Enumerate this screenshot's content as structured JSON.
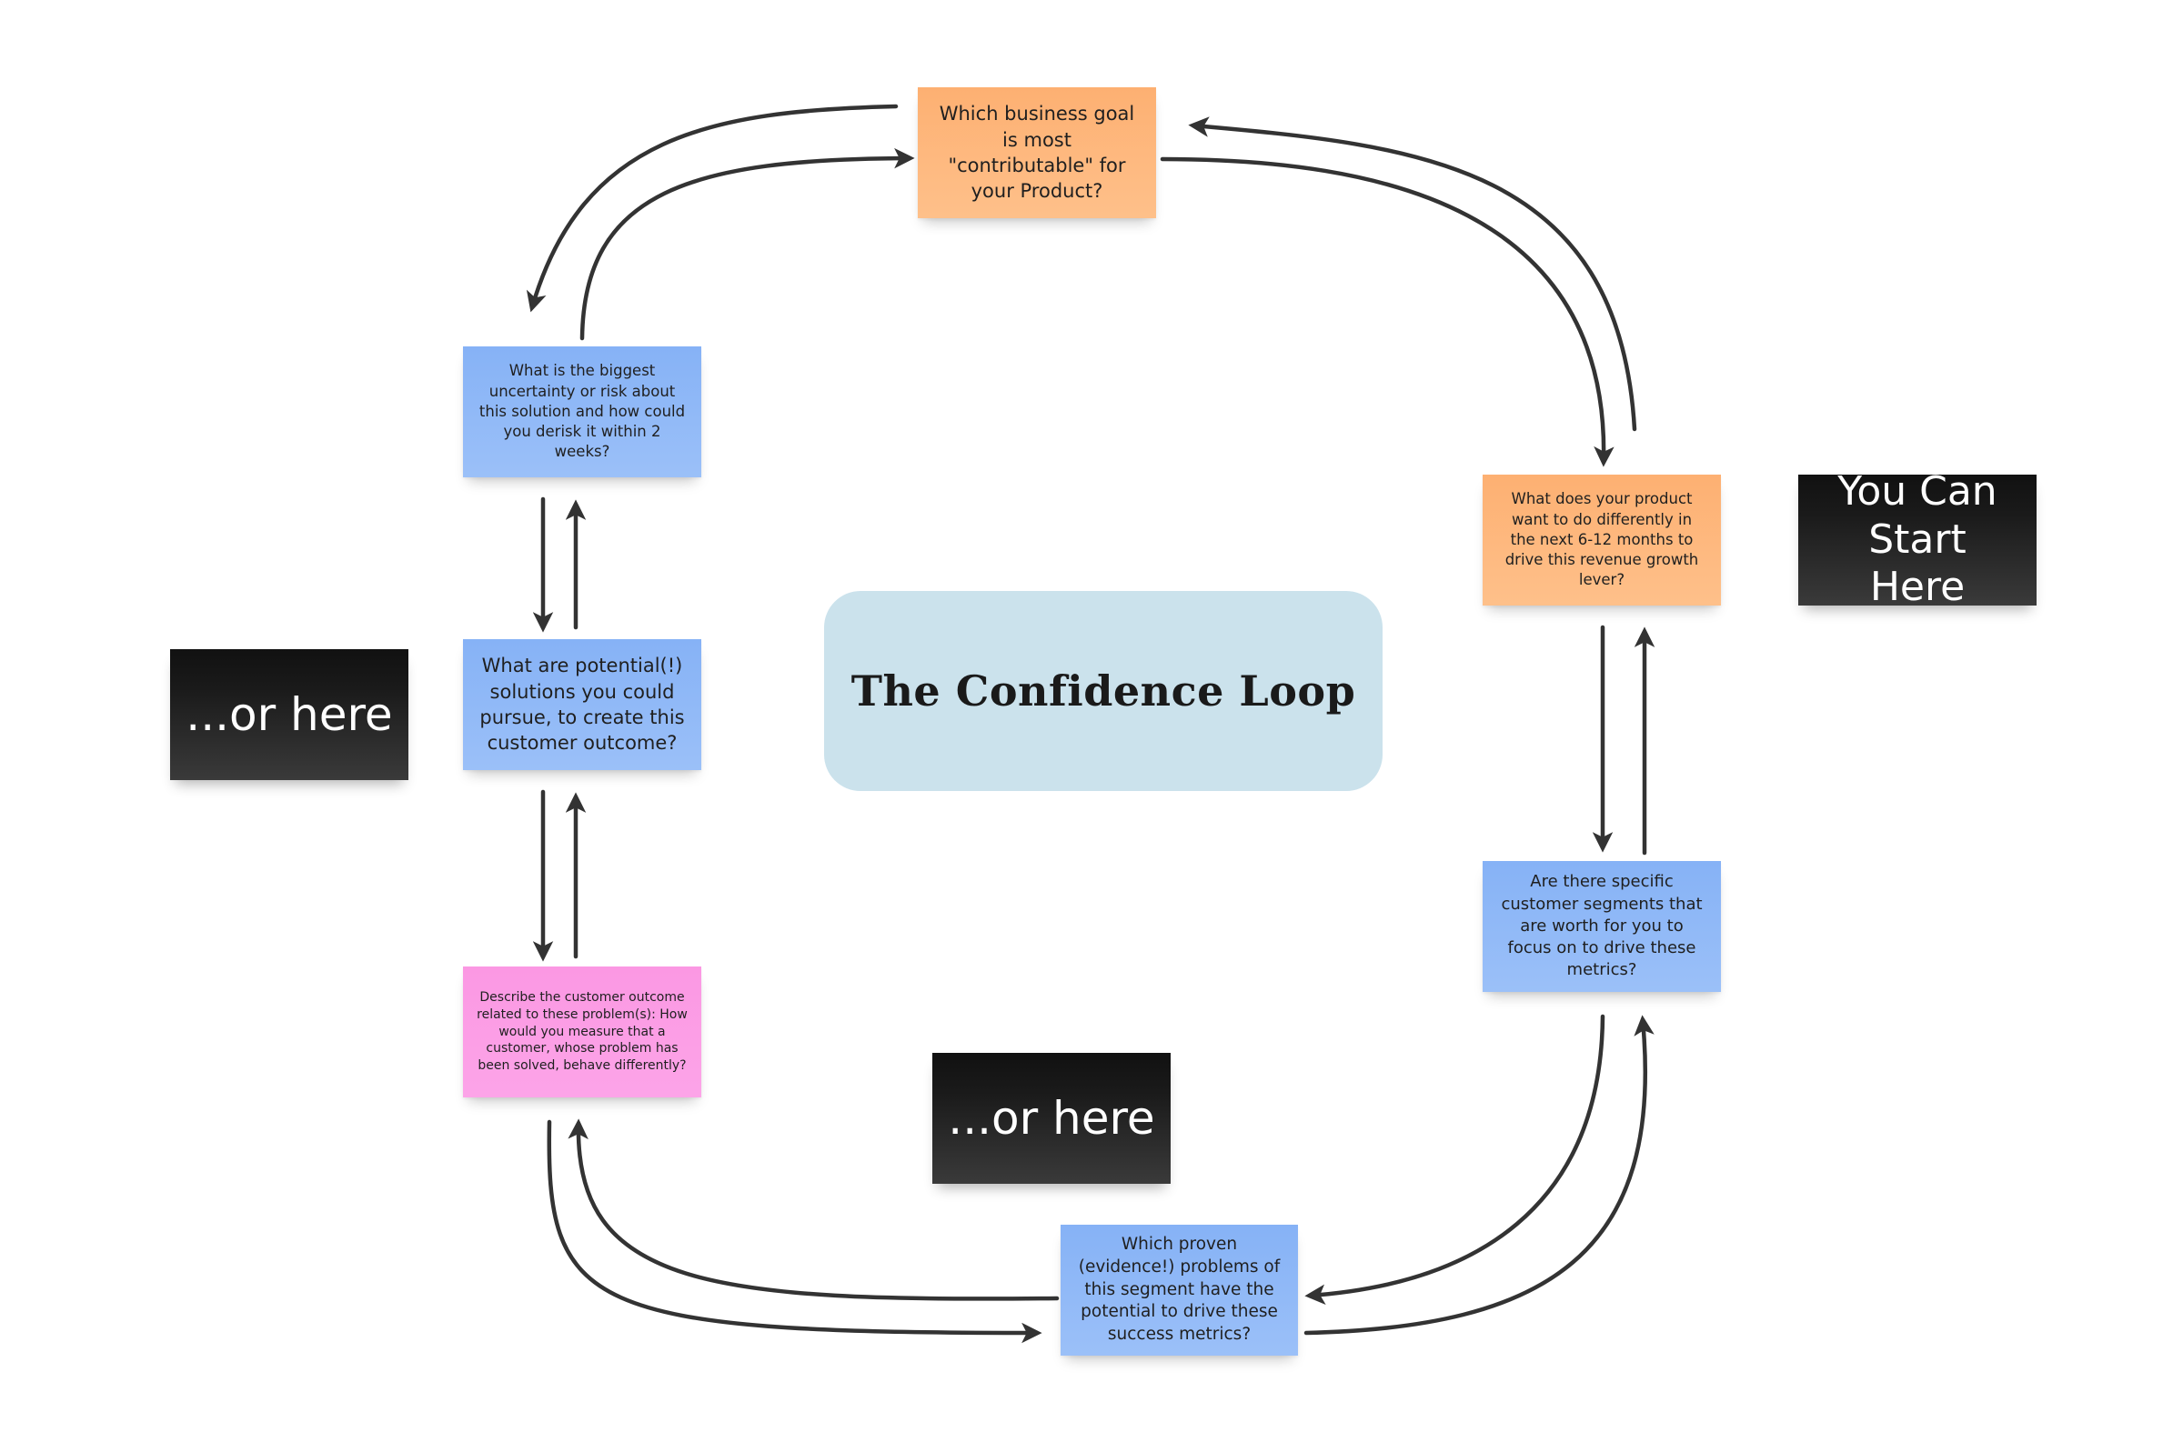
{
  "diagram": {
    "title": "The Confidence Loop",
    "colors": {
      "orange": "#fdb072",
      "blue": "#86b2f6",
      "pink": "#fb98e3",
      "black_label": "#1a1a1a",
      "title_bg": "#cbe2ec",
      "arrow": "#333333"
    },
    "notes": [
      {
        "id": "business-goal",
        "color": "orange",
        "text": "Which  business goal is most \"contributable\" for your Product?"
      },
      {
        "id": "product-change",
        "color": "orange",
        "text": "What does your product want to do differently in the next 6-12 months to drive this revenue growth lever?"
      },
      {
        "id": "customer-segments",
        "color": "blue",
        "text": "Are there specific customer segments that are worth for you to focus on to drive these metrics?"
      },
      {
        "id": "proven-problems",
        "color": "blue",
        "text": "Which proven (evidence!) problems of this segment have the potential to drive these success metrics?"
      },
      {
        "id": "customer-outcome",
        "color": "pink",
        "text": "Describe the customer outcome related to these problem(s): How would you measure that a customer, whose problem has been solved, behave differently?"
      },
      {
        "id": "potential-solutions",
        "color": "blue",
        "text": "What are potential(!) solutions you could pursue, to create this customer outcome?"
      },
      {
        "id": "biggest-risk",
        "color": "blue",
        "text": "What is the biggest uncertainty or risk about this solution and how could you derisk it within 2 weeks?"
      }
    ],
    "labels": [
      {
        "id": "start-here",
        "text": "You Can Start Here"
      },
      {
        "id": "or-here-left",
        "text": "...or here"
      },
      {
        "id": "or-here-bottom",
        "text": "...or here"
      }
    ],
    "connections": [
      {
        "from": "business-goal",
        "to": "product-change"
      },
      {
        "from": "product-change",
        "to": "business-goal"
      },
      {
        "from": "product-change",
        "to": "customer-segments"
      },
      {
        "from": "customer-segments",
        "to": "product-change"
      },
      {
        "from": "customer-segments",
        "to": "proven-problems"
      },
      {
        "from": "proven-problems",
        "to": "customer-segments"
      },
      {
        "from": "proven-problems",
        "to": "customer-outcome"
      },
      {
        "from": "customer-outcome",
        "to": "proven-problems"
      },
      {
        "from": "customer-outcome",
        "to": "potential-solutions"
      },
      {
        "from": "potential-solutions",
        "to": "customer-outcome"
      },
      {
        "from": "potential-solutions",
        "to": "biggest-risk"
      },
      {
        "from": "biggest-risk",
        "to": "potential-solutions"
      },
      {
        "from": "biggest-risk",
        "to": "business-goal"
      },
      {
        "from": "business-goal",
        "to": "biggest-risk"
      }
    ]
  }
}
